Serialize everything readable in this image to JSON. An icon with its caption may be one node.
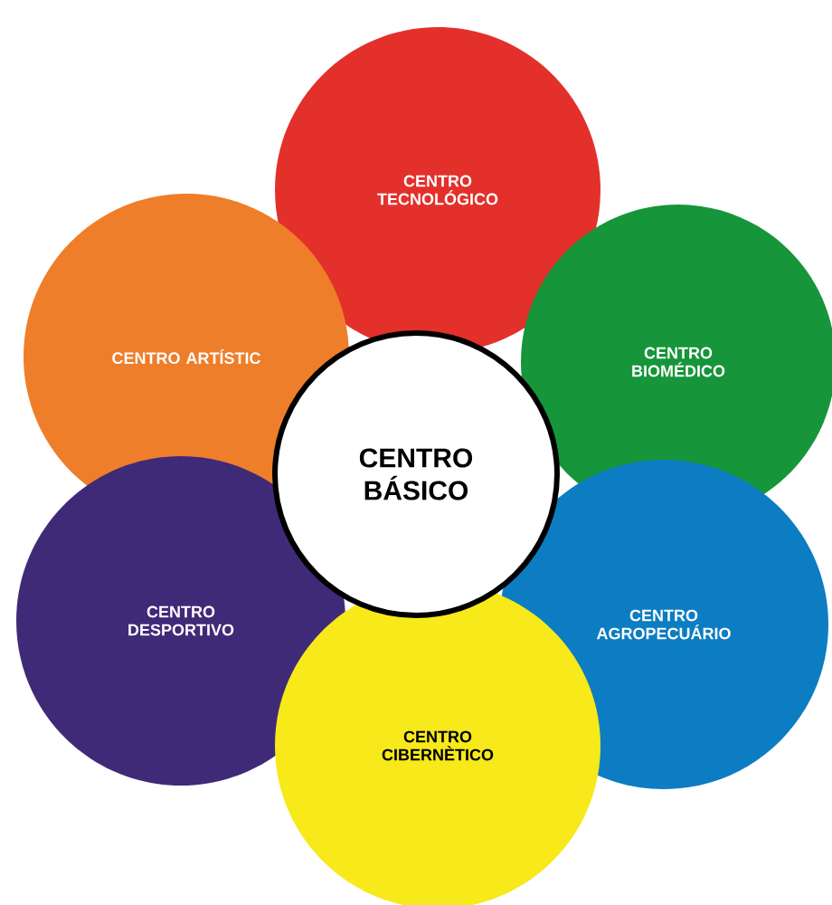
{
  "diagram": {
    "nodes": [
      {
        "text": [
          "CENTRO TECNOLÓGICO"
        ]
      },
      {
        "text": [
          "CENTRO ARTÍSTIC"
        ]
      },
      {
        "text": [
          "CENTRO BIOMÉDICO"
        ]
      },
      {
        "text": [
          "CENTRO BÁSICO"
        ]
      },
      {
        "text": [
          "CENTRO DESPORTIVO"
        ]
      },
      {
        "text": [
          "CENTRO AGROPECUÁRIO"
        ]
      },
      {
        "text": [
          "CENTRO CIBERNÈTICO"
        ]
      }
    ]
  }
}
